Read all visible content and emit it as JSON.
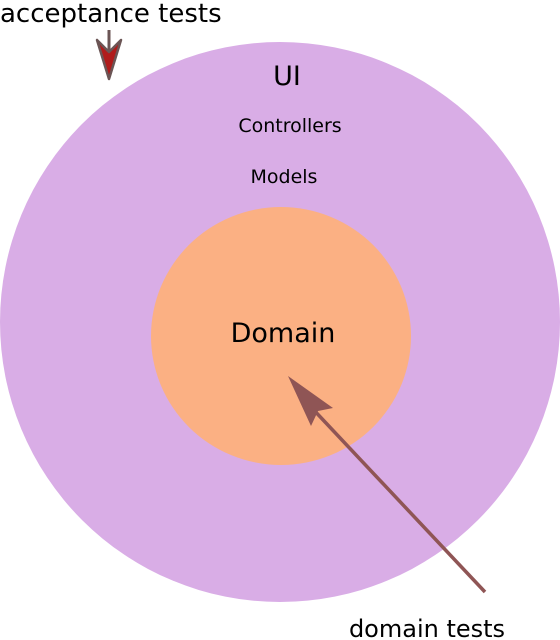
{
  "colors": {
    "outer_circle": "#d9ade6",
    "inner_circle": "#fbb083",
    "domain_arrow": "#8f5555",
    "acceptance_arrow_outline": "#6b5555",
    "acceptance_arrow_fill": "#b01b1b"
  },
  "icons": {
    "acceptance_arrow": "down-arrow-icon",
    "domain_arrow": "up-left-arrow-icon"
  },
  "labels": {
    "acceptance_tests": "acceptance tests",
    "ui": "UI",
    "controllers": "Controllers",
    "models": "Models",
    "domain": "Domain",
    "domain_tests": "domain tests"
  }
}
